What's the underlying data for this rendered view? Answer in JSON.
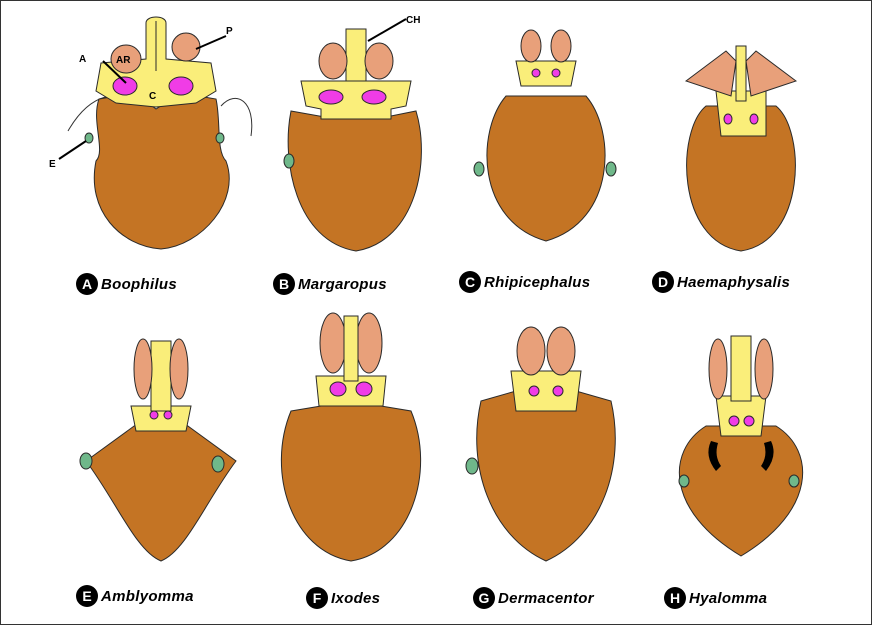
{
  "figure": {
    "colors": {
      "body": "#C47424",
      "basis": "#FAEE7A",
      "palp": "#E8A07A",
      "areae": "#F03CE6",
      "eye": "#6FB88A",
      "outline": "#2A2A2A"
    },
    "annotations": [
      {
        "label": "AR",
        "meaning": "palp article"
      },
      {
        "label": "P",
        "meaning": "palp"
      },
      {
        "label": "A",
        "meaning": "porose area"
      },
      {
        "label": "C",
        "meaning": "basis capituli"
      },
      {
        "label": "E",
        "meaning": "eye"
      },
      {
        "label": "CH",
        "meaning": "chelicera"
      }
    ],
    "panels": [
      {
        "letter": "A",
        "genus": "Boophilus"
      },
      {
        "letter": "B",
        "genus": "Margaropus"
      },
      {
        "letter": "C",
        "genus": "Rhipicephalus"
      },
      {
        "letter": "D",
        "genus": "Haemaphysalis"
      },
      {
        "letter": "E",
        "genus": "Amblyomma"
      },
      {
        "letter": "F",
        "genus": "Ixodes"
      },
      {
        "letter": "G",
        "genus": "Dermacentor"
      },
      {
        "letter": "H",
        "genus": "Hyalomma"
      }
    ]
  }
}
